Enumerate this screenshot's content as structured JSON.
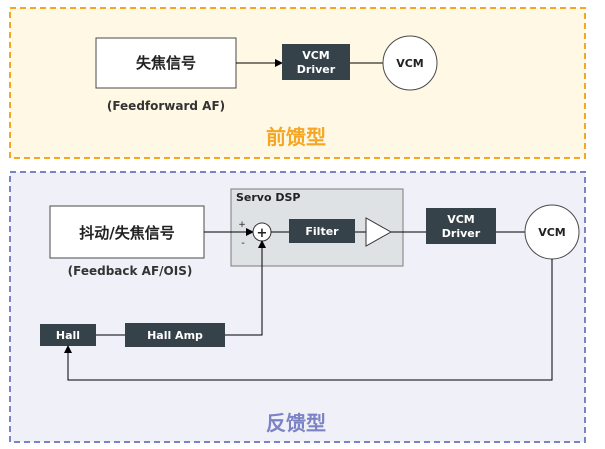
{
  "feedforward": {
    "signal_label": "失焦信号",
    "driver_line1": "VCM",
    "driver_line2": "Driver",
    "vcm_label": "VCM",
    "caption": "(Feedforward AF)",
    "section_title": "前馈型",
    "accent_color": "#f5a623"
  },
  "feedback": {
    "signal_label": "抖动/失焦信号",
    "caption": "(Feedback AF/OIS)",
    "servo_title": "Servo DSP",
    "sum_plus_top": "+",
    "sum_minus_left": "-",
    "sum_symbol": "+",
    "filter_label": "Filter",
    "driver_line1": "VCM",
    "driver_line2": "Driver",
    "vcm_label": "VCM",
    "hall_label": "Hall",
    "hall_amp_label": "Hall Amp",
    "section_title": "反馈型",
    "accent_color": "#7b83c4"
  },
  "colors": {
    "dark_block": "#36424a",
    "servo_fill": "#dfe2e4"
  }
}
